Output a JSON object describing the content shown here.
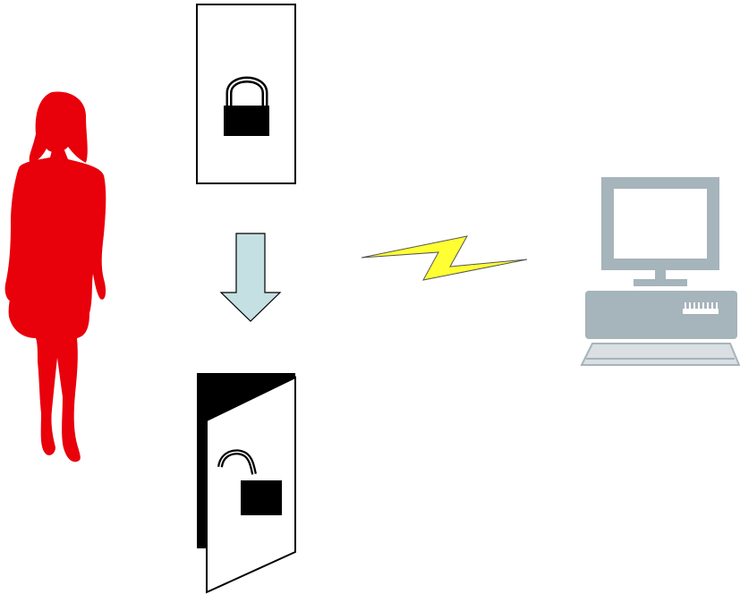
{
  "diagram": {
    "elements": [
      {
        "id": "person",
        "icon": "person-silhouette-icon",
        "color": "#e8000b"
      },
      {
        "id": "locked-door",
        "icon": "locked-padlock-icon",
        "state": "locked"
      },
      {
        "id": "transition-arrow",
        "icon": "arrow-down-icon",
        "color": "#c5e0e2"
      },
      {
        "id": "unlocked-door",
        "icon": "unlocked-padlock-icon",
        "state": "open"
      },
      {
        "id": "wireless-link",
        "icon": "lightning-bolt-icon",
        "color": "#ffff33"
      },
      {
        "id": "computer",
        "icon": "desktop-computer-icon",
        "color": "#a6b4bb"
      }
    ],
    "colors": {
      "person": "#e8000b",
      "door_outline": "#000000",
      "lock": "#000000",
      "arrow_fill": "#c5e0e2",
      "bolt_fill": "#ffff33",
      "computer": "#a6b4bb",
      "keyboard": "#d9dfe2"
    }
  }
}
